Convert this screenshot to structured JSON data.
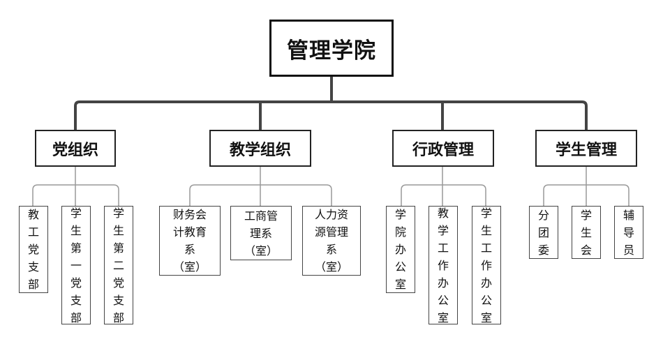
{
  "root": {
    "label": "管理学院"
  },
  "categories": [
    {
      "label": "党组织",
      "children": [
        "教工党支部",
        "学生第一党支部",
        "学生第二党支部"
      ]
    },
    {
      "label": "教学组织",
      "children": [
        "财务会计教育系（室）",
        "工商管理系（室）",
        "人力资源管理系（室）"
      ]
    },
    {
      "label": "行政管理",
      "children": [
        "学院办公室",
        "教学工作办公室",
        "学生工作办公室"
      ]
    },
    {
      "label": "学生管理",
      "children": [
        "分团委",
        "学生会",
        "辅导员"
      ]
    }
  ],
  "colors": {
    "thick_line": "#444444",
    "thin_line": "#999999",
    "border": "#222222"
  }
}
